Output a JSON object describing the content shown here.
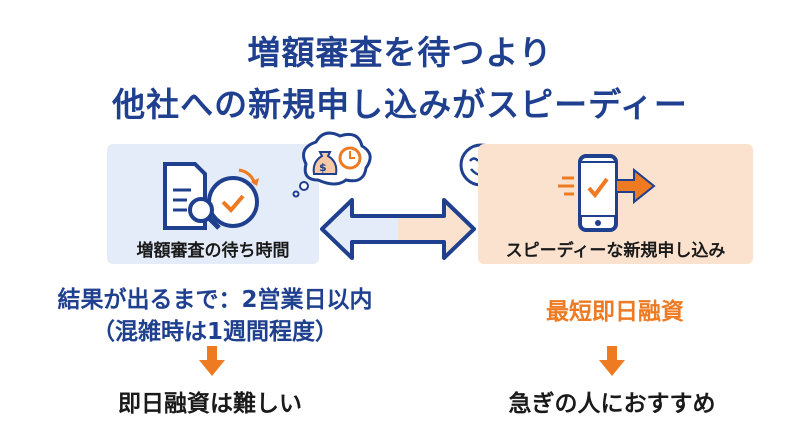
{
  "title": {
    "line1": "増額審査を待つより",
    "line2": "他社への新規申し込みがスピーディー"
  },
  "left": {
    "label": "増額審査の待ち時間",
    "result": "結果が出るまで：2営業日以内",
    "note": "（混雑時は1週間程度）",
    "conclusion": "即日融資は難しい"
  },
  "right": {
    "label": "スピーディーな新規申し込み",
    "result": "最短即日融資",
    "conclusion": "急ぎの人におすすめ"
  },
  "colors": {
    "navy": "#1f3f8f",
    "orange": "#ee7a22",
    "left_bg": "#e3ecf8",
    "right_bg": "#fbe2cf"
  }
}
